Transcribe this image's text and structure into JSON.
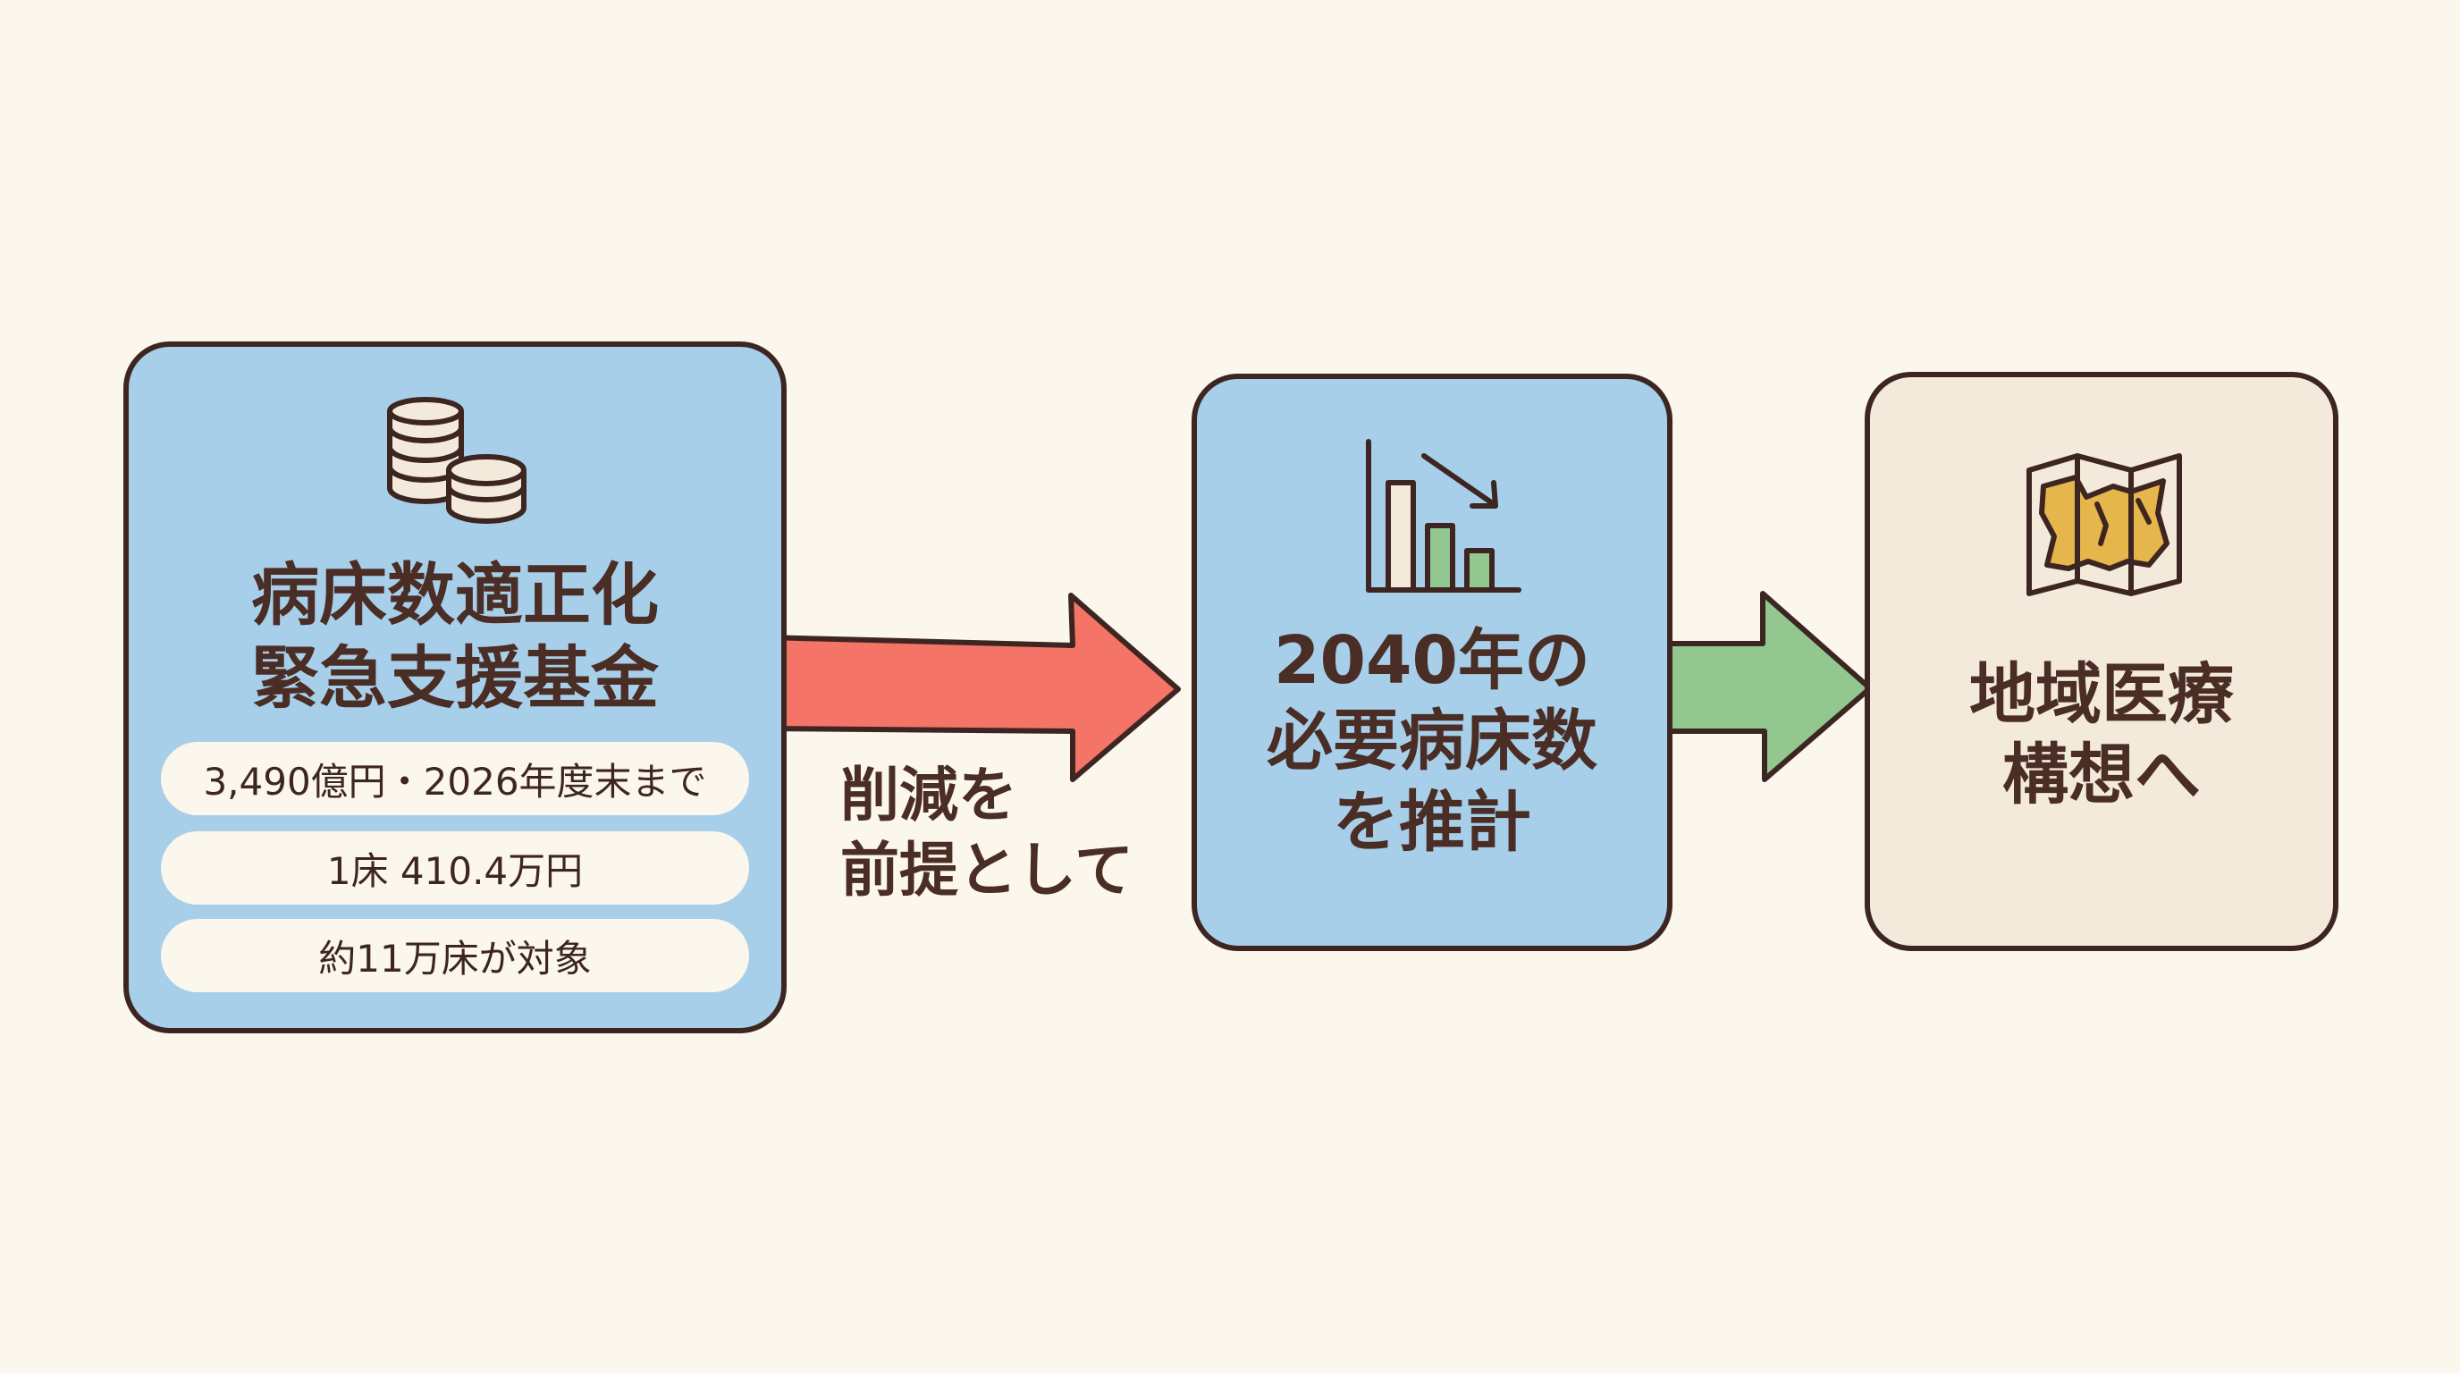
{
  "fund": {
    "icon": "coins-icon",
    "title_line1": "病床数適正化",
    "title_line2": "緊急支援基金",
    "details": [
      "3,490億円・2026年度末まで",
      "1床 410.4万円",
      "約11万床が対象"
    ]
  },
  "connector1": {
    "label_line1": "削減を",
    "label_line2": "前提として",
    "color": "#f47468"
  },
  "estimate": {
    "icon": "declining-bar-chart-icon",
    "title_line1": "2040年の",
    "title_line2": "必要病床数",
    "title_line3": "を推計"
  },
  "connector2": {
    "color": "#92c890"
  },
  "plan": {
    "icon": "map-icon",
    "title_line1": "地域医療",
    "title_line2": "構想へ"
  },
  "colors": {
    "box_blue": "#a8cfea",
    "box_beige": "#f4eadc",
    "outline": "#3d2621",
    "text": "#4a2d25",
    "background": "#fcf7ec"
  }
}
